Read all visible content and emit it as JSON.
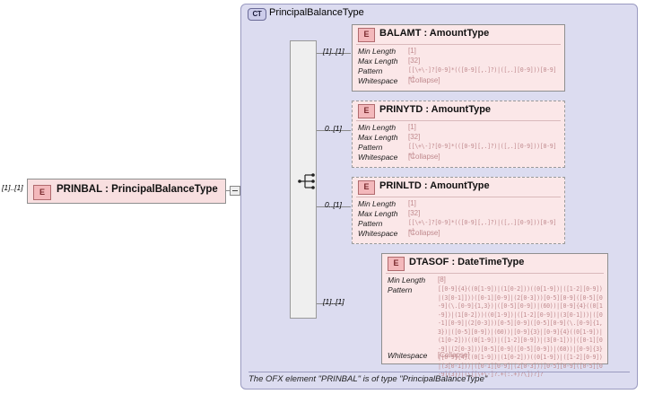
{
  "diagram": {
    "type": "xsd-schema-diagram",
    "complex_type": {
      "badge": "CT",
      "name": "PrincipalBalanceType",
      "footer_note": "The OFX element \"PRINBAL\" is of type \"PrincipalBalanceType\""
    },
    "root_element": {
      "badge": "E",
      "label": "PRINBAL : PrincipalBalanceType",
      "occurrence": "[1]..[1]",
      "toggle": "minus"
    },
    "compositor": {
      "kind": "sequence",
      "occurrence": "[1]..[1]"
    },
    "facet_labels": {
      "min_length": "Min Length",
      "max_length": "Max Length",
      "pattern": "Pattern",
      "whitespace": "Whitespace"
    },
    "children": [
      {
        "badge": "E",
        "title": "BALAMT : AmountType",
        "occurrence": "[1]..[1]",
        "required": true,
        "facets": {
          "min_length": "[1]",
          "max_length": "[32]",
          "pattern": "[[\\+\\-]?[0-9]*(([0-9][,.]?)|([,.][0-9]))[0-9]*]",
          "whitespace": "[Collapse]"
        }
      },
      {
        "badge": "E",
        "title": "PRINYTD : AmountType",
        "occurrence": "0..[1]",
        "required": false,
        "facets": {
          "min_length": "[1]",
          "max_length": "[32]",
          "pattern": "[[\\+\\-]?[0-9]*(([0-9][,.]?)|([,.][0-9]))[0-9]*]",
          "whitespace": "[Collapse]"
        }
      },
      {
        "badge": "E",
        "title": "PRINLTD : AmountType",
        "occurrence": "0..[1]",
        "required": false,
        "facets": {
          "min_length": "[1]",
          "max_length": "[32]",
          "pattern": "[[\\+\\-]?[0-9]*(([0-9][,.]?)|([,.][0-9]))[0-9]*]",
          "whitespace": "[Collapse]"
        }
      },
      {
        "badge": "E",
        "title": "DTASOF : DateTimeType",
        "occurrence": "[1]..[1]",
        "required": true,
        "facets": {
          "min_length": "[8]",
          "pattern": "[[0-9]{4}((0[1-9])|(1[0-2]))((0[1-9])|([1-2][0-9])|(3[0-1]))([0-9]{6})?([0-9]{3})?(\\[[\\+\\-]?(.+)?\\])?]?",
          "pattern_lines": [
            "[[0-9]{4}((0[1-9])|(1[0-2]))((0[1-9])|([1-2][0-9])|(3[0-1]",
            "]))([0-1][0-9]|(2[0-3]))[0-5][0-9]([0-5][0-9](\\.[0-9]{1,",
            "3})|([0-5][0-9])|(60))|[0-9]{4}((0[1-9])|(1[0-2]))((0[1-",
            "9])|([1-2][0-9])|(3[0-1]))|([0-1][0-9]|(2[0-3]))[0-5][0-9]([0-5",
            "][0-9](\\.[0-9]{1,3})|([0-5][0-9])|(60))|[0-9]{3}|[0-9]{4}((0[1-9])",
            "|(1[0-2]))((0[1-9])|([1-2][0-9])|(3[0-1]))|([0-1][0-9]|(2[0-3]))[0-5][0-9]([0-5][0-",
            "9])|(60))|[0-9]{3}|[0-9]{4}((0[1-9])|(1[0-2]))((0[1-",
            "9])|([1-2][0-9])|(3[0-1]))|([0-1][0-9]|(2[0-3]))[0-5][0-9]([0-5][0-",
            "9]{3})|(\\[[\\+\\-]?.+(:.+)?\\])?]?"
          ],
          "whitespace": "[Collapse]"
        }
      }
    ]
  }
}
